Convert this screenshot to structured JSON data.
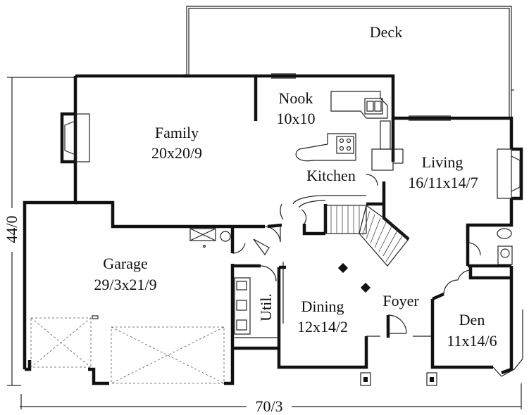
{
  "rooms": {
    "deck": {
      "name": "Deck"
    },
    "nook": {
      "name": "Nook",
      "size": "10x10"
    },
    "family": {
      "name": "Family",
      "size": "20x20/9"
    },
    "kitchen": {
      "name": "Kitchen"
    },
    "living": {
      "name": "Living",
      "size": "16/11x14/7"
    },
    "garage": {
      "name": "Garage",
      "size": "29/3x21/9"
    },
    "util": {
      "name": "Util."
    },
    "dining": {
      "name": "Dining",
      "size": "12x14/2"
    },
    "foyer": {
      "name": "Foyer"
    },
    "den": {
      "name": "Den",
      "size": "11x14/6"
    }
  },
  "dimensions": {
    "depth": "44/0",
    "width": "70/3"
  }
}
